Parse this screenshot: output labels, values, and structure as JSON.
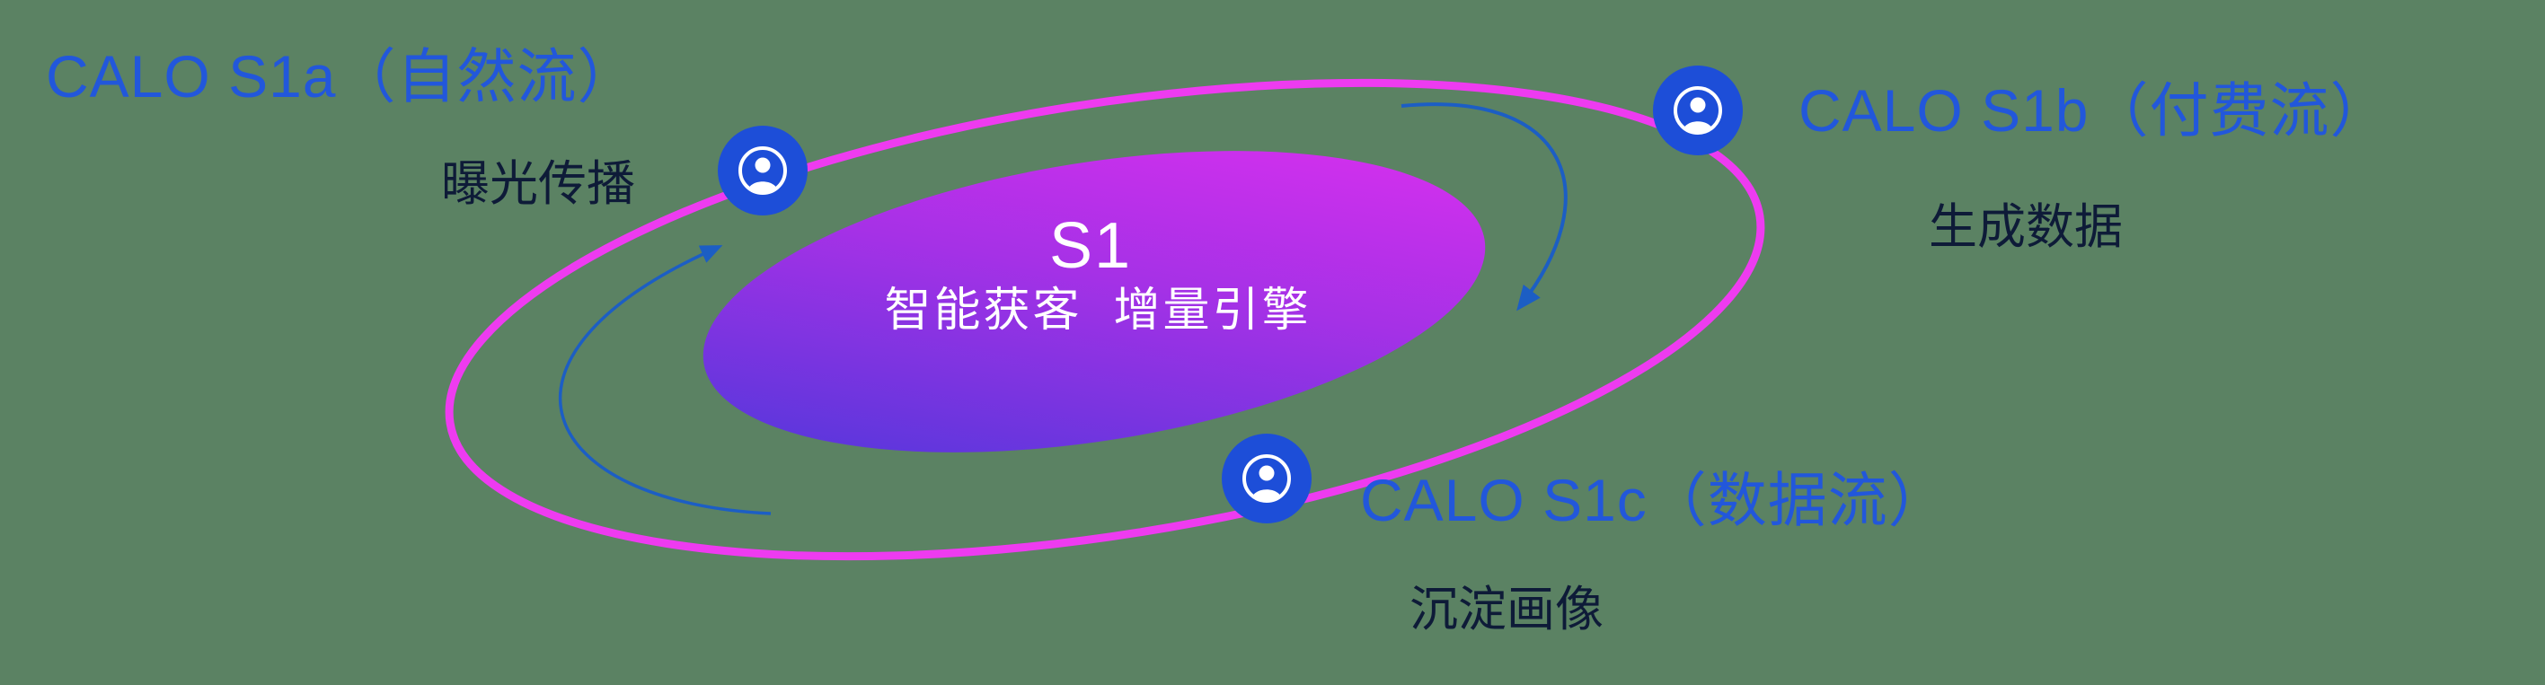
{
  "core": {
    "label": "S1",
    "tagline": "智能获客  增量引擎"
  },
  "satellites": [
    {
      "id": "s1a",
      "title": "CALO S1a（自然流）",
      "subtitle": "曝光传播",
      "icon": "user-icon"
    },
    {
      "id": "s1b",
      "title": "CALO S1b（付费流）",
      "subtitle": "生成数据",
      "icon": "user-icon"
    },
    {
      "id": "s1c",
      "title": "CALO S1c（数据流）",
      "subtitle": "沉淀画像",
      "icon": "user-icon"
    }
  ],
  "colors": {
    "background": "#5b8263",
    "title_text": "#2257db",
    "subtitle_text": "#0e1b38",
    "orbit_ring": "#ee3bf0",
    "node_fill": "#1d4ed8",
    "core_gradient_start": "#4638d9",
    "core_gradient_end": "#e22ff0",
    "arrow": "#1c5ec4",
    "core_text": "#ffffff"
  }
}
